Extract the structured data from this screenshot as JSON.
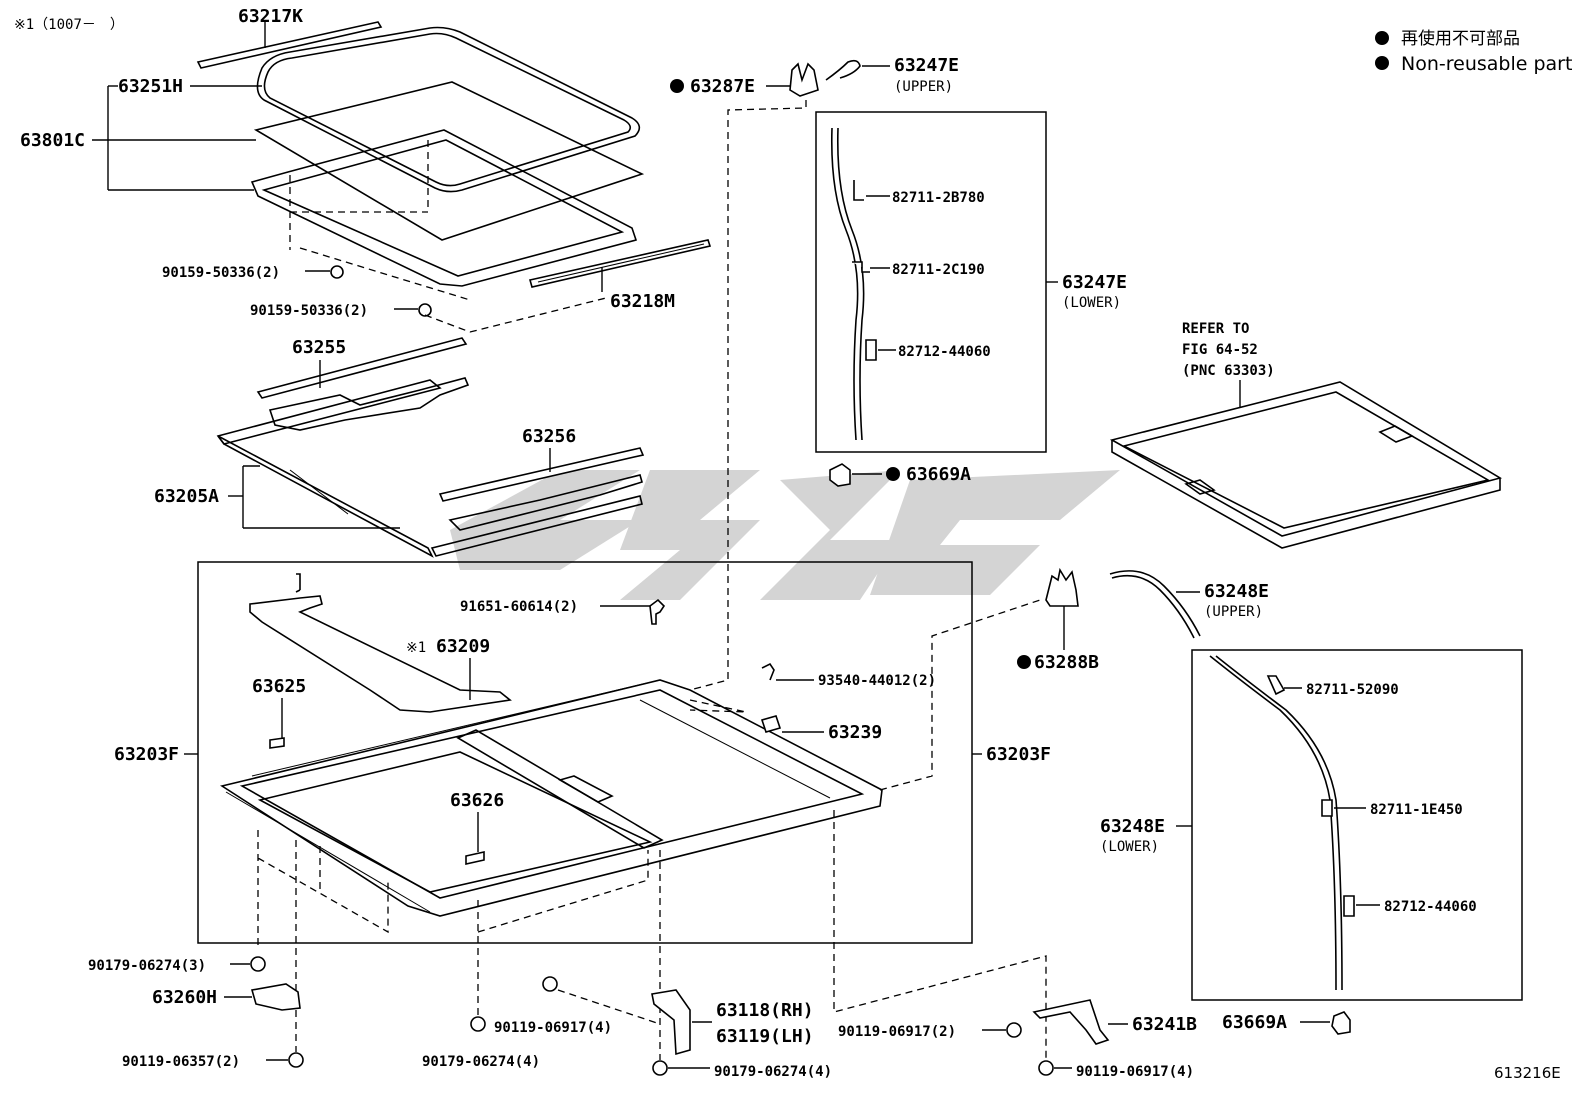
{
  "header": {
    "note": "※1（1007－　）"
  },
  "legend": {
    "jp": "再使用不可部品",
    "en": "Non-reusable part"
  },
  "footer": {
    "fig_code": "613216E"
  },
  "parts": {
    "p63217K": "63217K",
    "p63251H": "63251H",
    "p63801C": "63801C",
    "p90159a": "90159-50336(2)",
    "p90159b": "90159-50336(2)",
    "p63218M": "63218M",
    "p63255": "63255",
    "p63256": "63256",
    "p63205A": "63205A",
    "p63287E": "63287E",
    "p63247E_upper": "63247E",
    "p63247E_upper_sub": "(UPPER)",
    "p82711_2B780": "82711-2B780",
    "p82711_2C190": "82711-2C190",
    "p82712_44060a": "82712-44060",
    "p63247E_lower": "63247E",
    "p63247E_lower_sub": "(LOWER)",
    "p63669A_a": "63669A",
    "refer1": "REFER TO",
    "refer2": "FIG 64-52",
    "refer3": "(PNC 63303)",
    "p91651": "91651-60614(2)",
    "p63209_mark": "※1",
    "p63209": "63209",
    "p63625": "63625",
    "p93540": "93540-44012(2)",
    "p63239": "63239",
    "p63203F_l": "63203F",
    "p63203F_r": "63203F",
    "p63626": "63626",
    "p63248E_upper": "63248E",
    "p63248E_upper_sub": "(UPPER)",
    "p63288B": "63288B",
    "p82711_52090": "82711-52090",
    "p82711_1E450": "82711-1E450",
    "p82712_44060b": "82712-44060",
    "p63248E_lower": "63248E",
    "p63248E_lower_sub": "(LOWER)",
    "p90179a": "90179-06274(3)",
    "p63260H": "63260H",
    "p90119_06357": "90119-06357(2)",
    "p90119_06917a": "90119-06917(4)",
    "p90179b": "90179-06274(4)",
    "p63118": "63118(RH)",
    "p63119": "63119(LH)",
    "p90179c": "90179-06274(4)",
    "p90119_06917b": "90119-06917(2)",
    "p63241B": "63241B",
    "p90119_06917c": "90119-06917(4)",
    "p63669A_b": "63669A"
  },
  "colors": {
    "ink": "#000000",
    "watermark": "#d4d4d4"
  }
}
